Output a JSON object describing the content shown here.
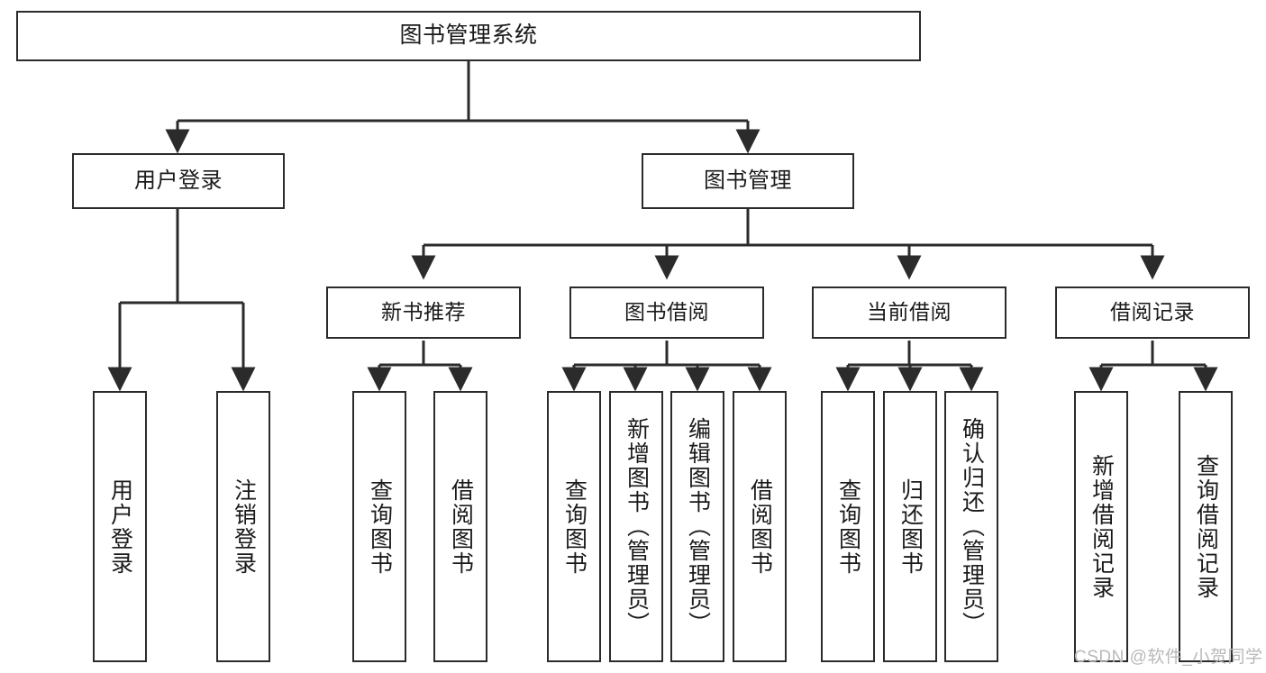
{
  "diagram": {
    "type": "tree-hierarchy-chart",
    "title": "图书管理系统",
    "watermark": "CSDN @软件_小贺同学",
    "colors": {
      "box_border": "#2b2b2b",
      "box_fill": "#ffffff",
      "connector": "#2b2b2b",
      "text": "#1a1a1a",
      "watermark": "#b9b9b9",
      "background": "#ffffff"
    },
    "nodes": {
      "root": {
        "label": "图书管理系统",
        "level": 1
      },
      "level2": [
        {
          "id": "user-login",
          "label": "用户登录"
        },
        {
          "id": "book-manage",
          "label": "图书管理"
        }
      ],
      "level3": [
        {
          "id": "new-book-recommend",
          "label": "新书推荐"
        },
        {
          "id": "book-borrow",
          "label": "图书借阅"
        },
        {
          "id": "current-borrow",
          "label": "当前借阅"
        },
        {
          "id": "borrow-record",
          "label": "借阅记录"
        }
      ],
      "leaves": {
        "user-login": [
          {
            "id": "leaf-user-login",
            "label": "用户登录"
          },
          {
            "id": "leaf-logout-login",
            "label": "注销登录"
          }
        ],
        "new-book-recommend": [
          {
            "id": "leaf-query-book-1",
            "label": "查询图书"
          },
          {
            "id": "leaf-borrow-book-1",
            "label": "借阅图书"
          }
        ],
        "book-borrow": [
          {
            "id": "leaf-query-book-2",
            "label": "查询图书"
          },
          {
            "id": "leaf-add-book",
            "label": "新增图书（管理员）"
          },
          {
            "id": "leaf-edit-book",
            "label": "编辑图书（管理员）"
          },
          {
            "id": "leaf-borrow-book-2",
            "label": "借阅图书"
          }
        ],
        "current-borrow": [
          {
            "id": "leaf-query-book-3",
            "label": "查询图书"
          },
          {
            "id": "leaf-return-book",
            "label": "归还图书"
          },
          {
            "id": "leaf-confirm-return",
            "label": "确认归还（管理员）"
          }
        ],
        "borrow-record": [
          {
            "id": "leaf-add-record",
            "label": "新增借阅记录"
          },
          {
            "id": "leaf-query-record",
            "label": "查询借阅记录"
          }
        ]
      }
    }
  }
}
